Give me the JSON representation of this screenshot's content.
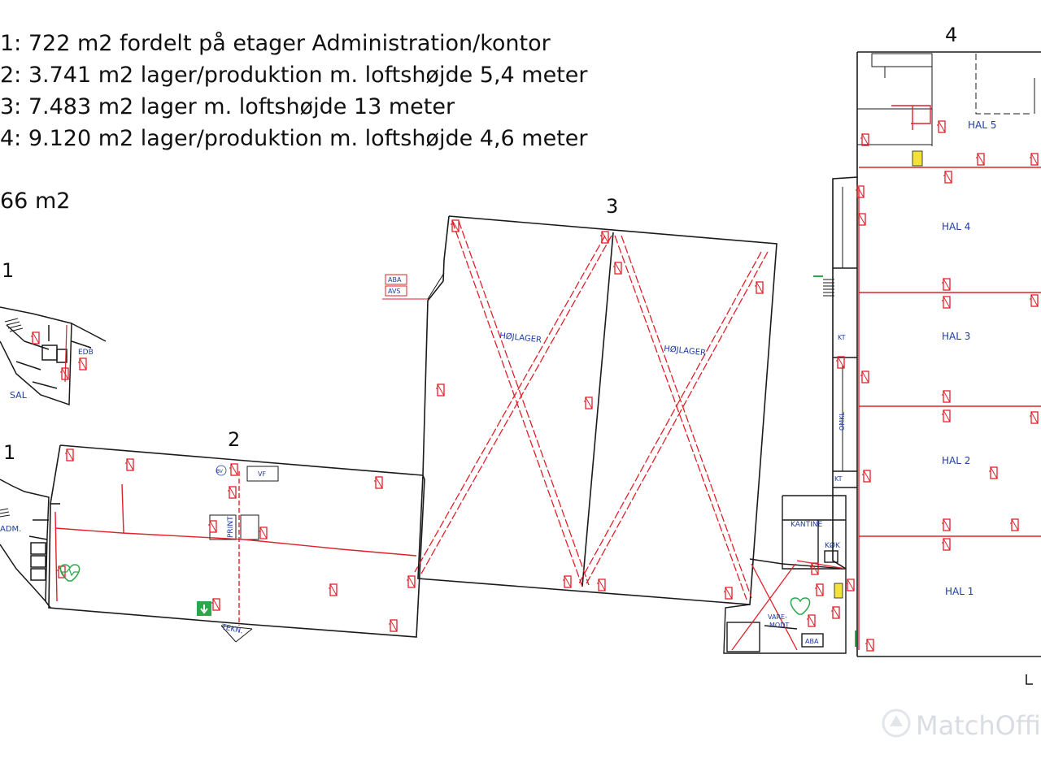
{
  "legend": {
    "line1": "1: 722 m2 fordelt på etager Administration/kontor",
    "line2": "2: 3.741 m2 lager/produktion m. loftshøjde 5,4 meter",
    "line3": "3: 7.483 m2 lager m. loftshøjde 13 meter",
    "line4": "4: 9.120 m2 lager/produktion m. loftshøjde 4,6 meter",
    "total": "66 m2"
  },
  "area_numbers": {
    "a1_top": "1",
    "a1_bottom": "1",
    "a2": "2",
    "a3": "3",
    "a4": "4"
  },
  "rooms": {
    "sal": "SAL",
    "edb": "EDB",
    "adm": "ADM.",
    "print": "PRINT",
    "vf": "VF",
    "tekn": "TEKN.",
    "bv": "BV",
    "hojlager_left": "HØJLAGER",
    "hojlager_right": "HØJLAGER",
    "aba_top": "ABA",
    "avs": "AVS",
    "kantine": "KANTINE",
    "kok": "KØK",
    "kt_upper": "KT",
    "kt_lower": "KT",
    "omkl": "OMKL",
    "varemodt_1": "VARE-",
    "varemodt_2": "MODT",
    "aba_bottom": "ABA",
    "hal5": "HAL 5",
    "hal4": "HAL 4",
    "hal3": "HAL 3",
    "hal2": "HAL 2",
    "hal1": "HAL 1"
  },
  "watermark": "MatchOffice",
  "colors": {
    "wall": "#1a1a1a",
    "fire": "#e0202a",
    "label": "#1f3c9e",
    "exit": "#2aa84a",
    "warning": "#f2e23a"
  },
  "icons": [
    "fire-extinguisher-icon",
    "defibrillator-icon",
    "emergency-exit-icon",
    "stairs-icon"
  ]
}
